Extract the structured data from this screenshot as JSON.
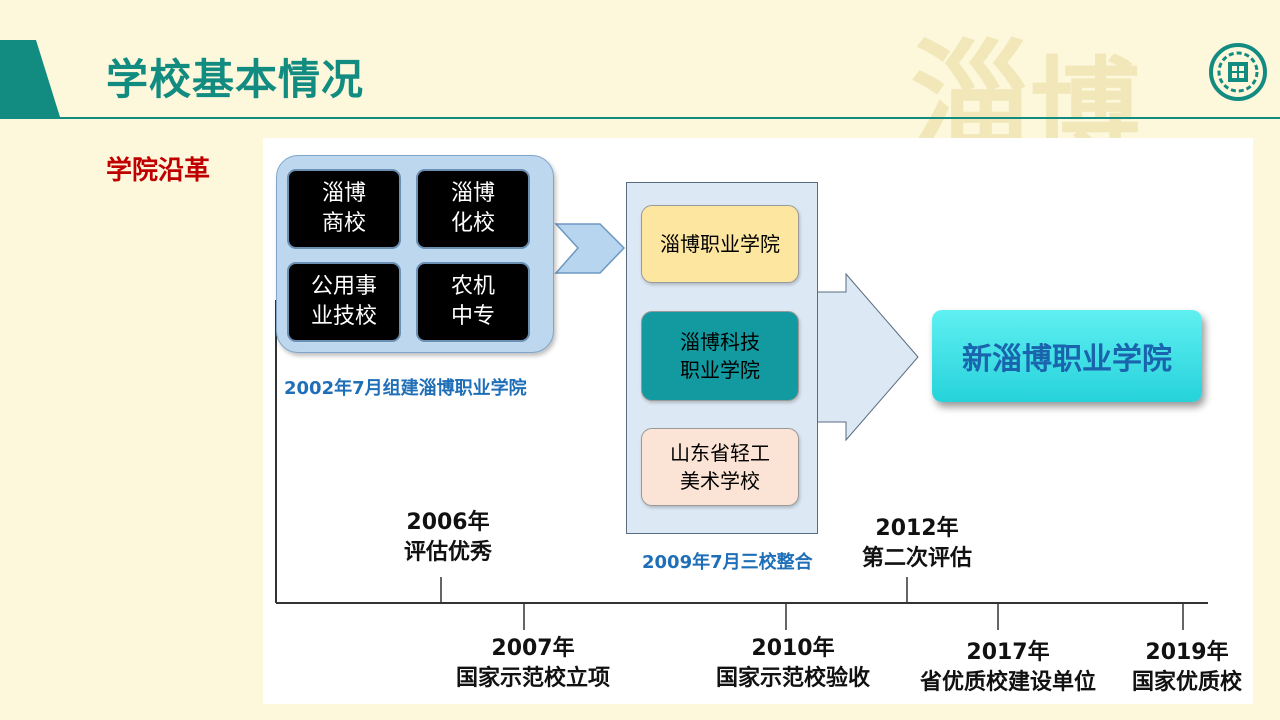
{
  "header": {
    "title": "学校基本情况",
    "section": "学院沿革",
    "accent_color": "#128c80",
    "section_color": "#c00000"
  },
  "origin_schools": [
    {
      "name": "淄博\n商校"
    },
    {
      "name": "淄博\n化校"
    },
    {
      "name": "公用事\n业技校"
    },
    {
      "name": "农机\n中专"
    }
  ],
  "origin_caption": "2002年7月组建淄博职业学院",
  "merged_schools": [
    {
      "name": "淄博职业学院",
      "color": "#fde6a0"
    },
    {
      "name": "淄博科技\n职业学院",
      "color": "#139aa0"
    },
    {
      "name": "山东省轻工\n美术学校",
      "color": "#fbe4d5"
    }
  ],
  "merge_caption": "2009年7月三校整合",
  "result": "新淄博职业学院",
  "timeline": {
    "above": [
      {
        "year": "2006年",
        "desc": "评估优秀"
      },
      {
        "year": "2012年",
        "desc": "第二次评估"
      }
    ],
    "below": [
      {
        "year": "2007年",
        "desc": "国家示范校立项"
      },
      {
        "year": "2010年",
        "desc": "国家示范校验收"
      },
      {
        "year": "2017年",
        "desc": "省优质校建设单位"
      },
      {
        "year": "2019年",
        "desc": "国家优质校"
      }
    ]
  }
}
